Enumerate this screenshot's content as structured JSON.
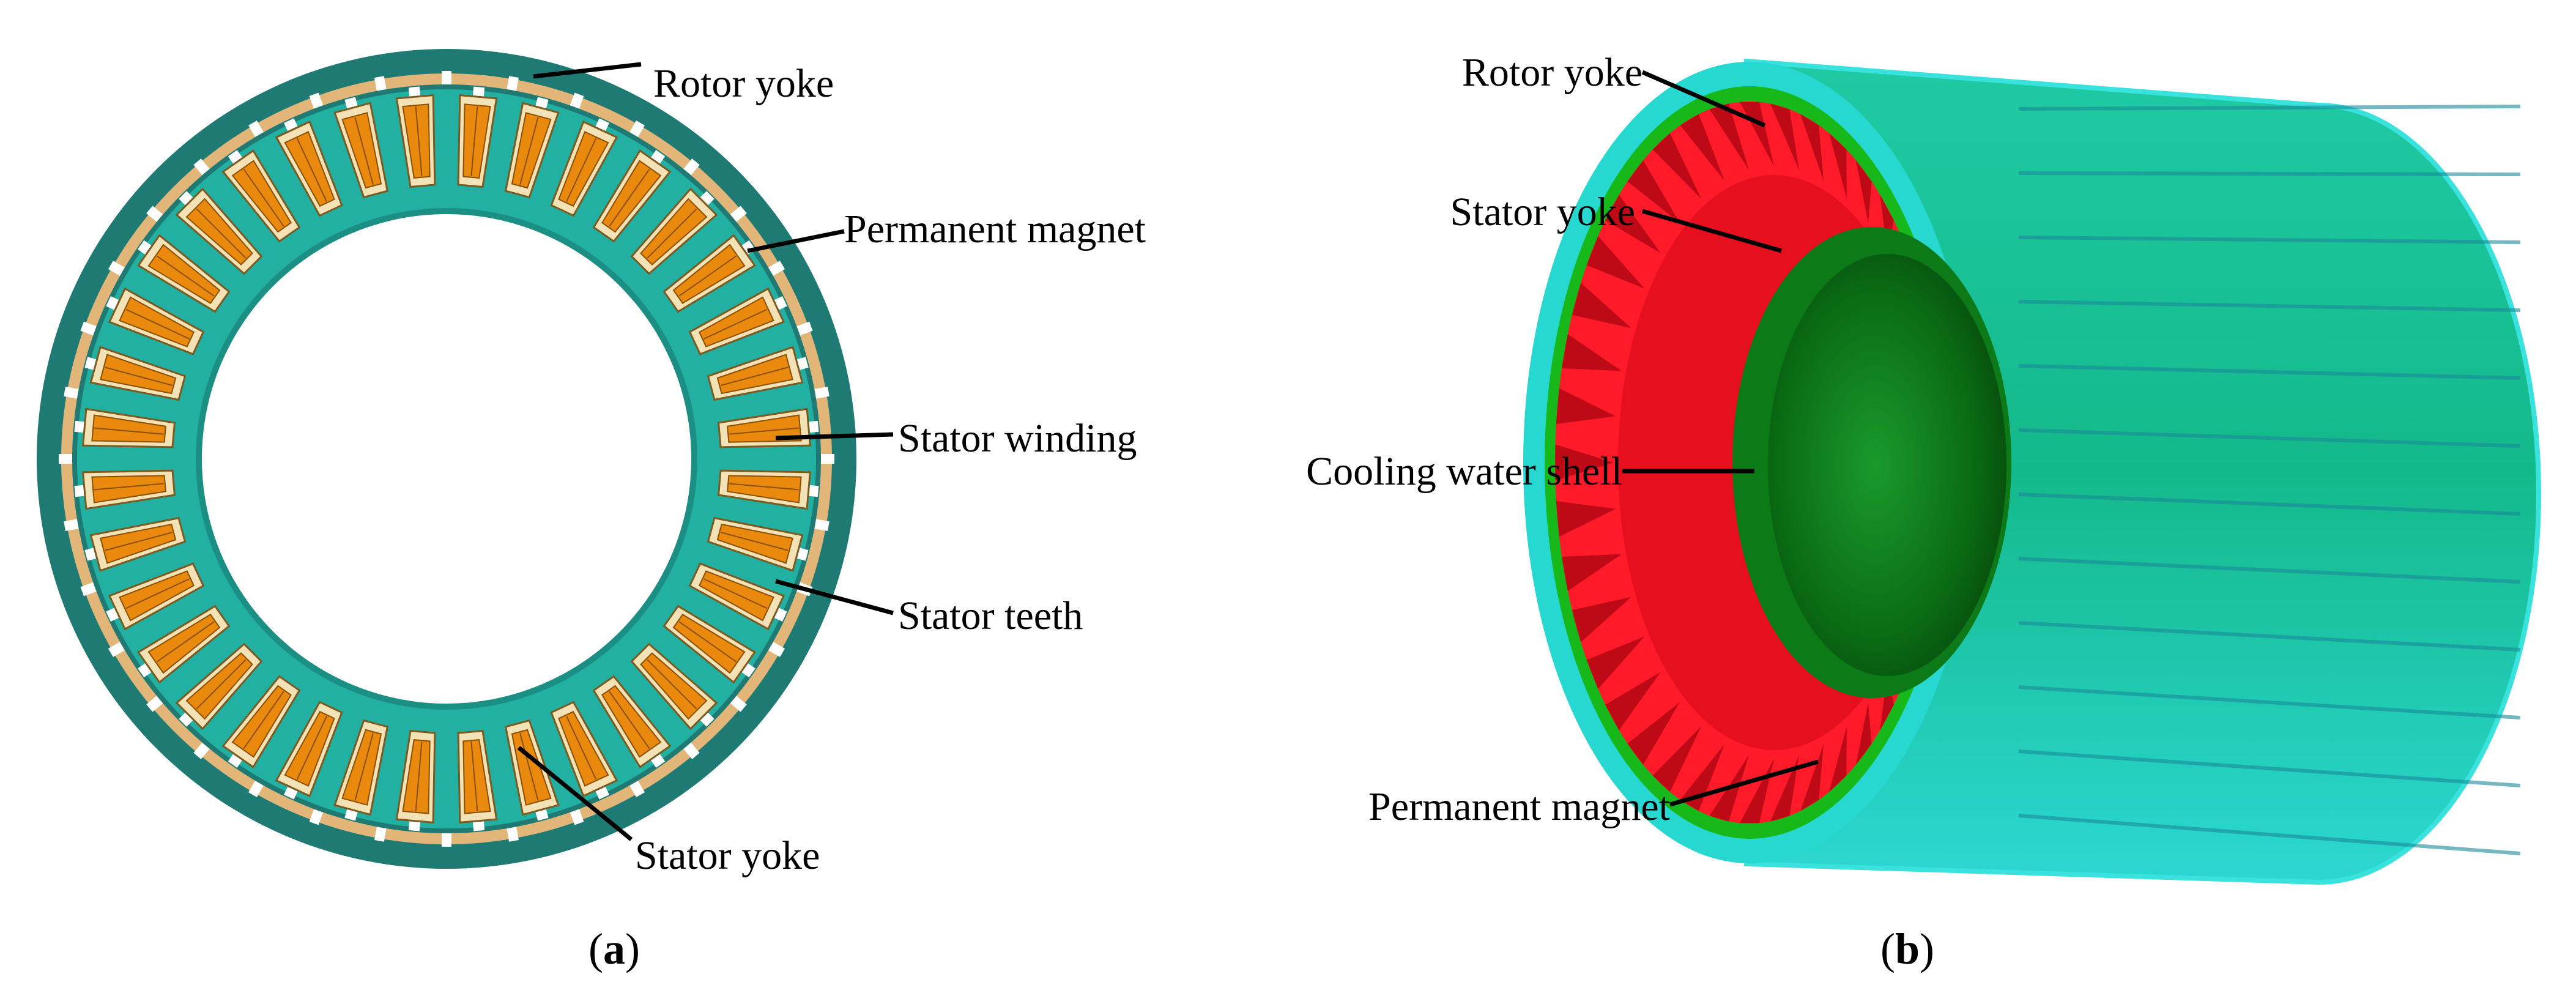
{
  "panel_a": {
    "labels": {
      "rotor_yoke": "Rotor yoke",
      "permanent_magnet": "Permanent magnet",
      "stator_winding": "Stator winding",
      "stator_teeth": "Stator teeth",
      "stator_yoke": "Stator yoke"
    },
    "caption": {
      "open": "(",
      "letter": "a",
      "close": ")"
    }
  },
  "panel_b": {
    "labels": {
      "rotor_yoke": "Rotor yoke",
      "stator_yoke": "Stator yoke",
      "cooling_water_shell": "Cooling water shell",
      "permanent_magnet": "Permanent magnet"
    },
    "caption": {
      "open": "(",
      "letter": "b",
      "close": ")"
    }
  },
  "colors": {
    "rotor_yoke_a": "#1e7a73",
    "stator_core_a": "#22b0a2",
    "magnet_ring_a": "#e2b679",
    "winding_a": "#e98a0e",
    "rotor_shell_b": "#27d8d0",
    "stator_red_b": "#ff1a2a",
    "magnet_green_b": "#17b81a",
    "cooling_shell_b": "#0b7a17"
  },
  "counts": {
    "stator_slots": 36,
    "rotor_magnets": 36
  }
}
